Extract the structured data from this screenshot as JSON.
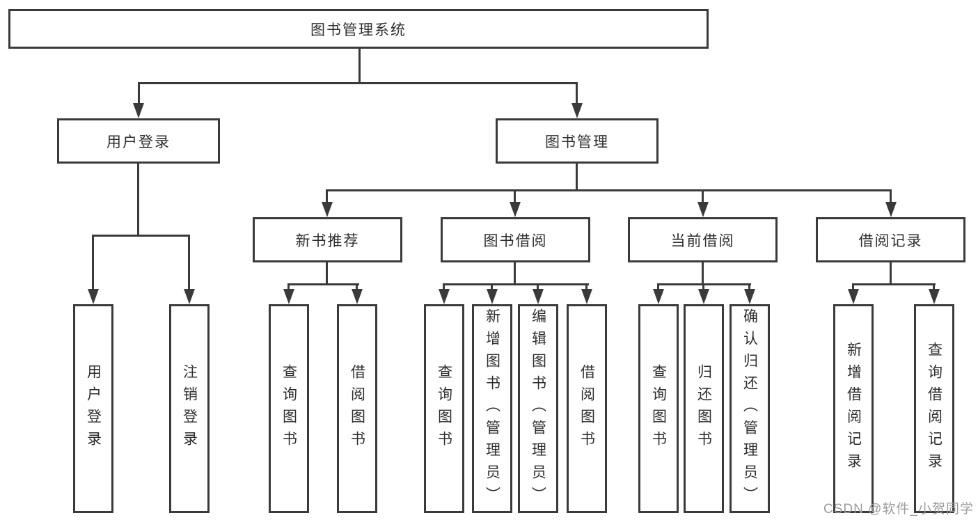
{
  "diagram_title": "图书管理系统",
  "colors": {
    "line": "#3a3a3a",
    "box_border": "#3a3a3a",
    "text": "#2e2e2e",
    "watermark": "#9c9c9c",
    "background": "#ffffff"
  },
  "tree": {
    "label": "图书管理系统",
    "children": [
      {
        "label": "用户登录",
        "children": [
          {
            "label": "用户登录"
          },
          {
            "label": "注销登录"
          }
        ]
      },
      {
        "label": "图书管理",
        "children": [
          {
            "label": "新书推荐",
            "children": [
              {
                "label": "查询图书"
              },
              {
                "label": "借阅图书"
              }
            ]
          },
          {
            "label": "图书借阅",
            "children": [
              {
                "label": "查询图书"
              },
              {
                "label": "新增图书（管理员）"
              },
              {
                "label": "编辑图书（管理员）"
              },
              {
                "label": "借阅图书"
              }
            ]
          },
          {
            "label": "当前借阅",
            "children": [
              {
                "label": "查询图书"
              },
              {
                "label": "归还图书"
              },
              {
                "label": "确认归还（管理员）"
              }
            ]
          },
          {
            "label": "借阅记录",
            "children": [
              {
                "label": "新增借阅记录"
              },
              {
                "label": "查询借阅记录"
              }
            ]
          }
        ]
      }
    ]
  },
  "watermark": {
    "text": "CSDN @软件_小贺同学"
  }
}
